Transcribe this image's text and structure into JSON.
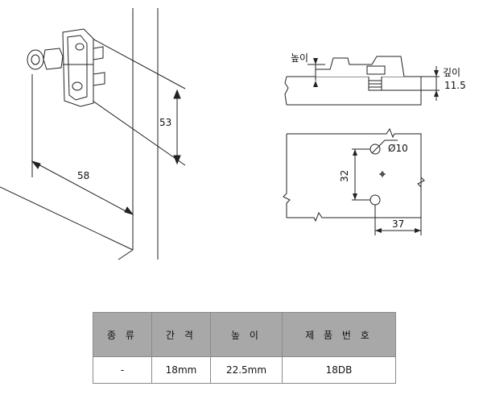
{
  "drawing": {
    "dims": {
      "height_53": "53",
      "width_58": "58",
      "nopi_label": "높이",
      "gipi_label": "깊이",
      "gipi_value": "11.5",
      "dia_10": "Ø10",
      "spacing_32": "32",
      "offset_37": "37"
    }
  },
  "table": {
    "headers": [
      "종 류",
      "간 격",
      "높 이",
      "제 품 번 호"
    ],
    "row": [
      "-",
      "18mm",
      "22.5mm",
      "18DB"
    ]
  }
}
